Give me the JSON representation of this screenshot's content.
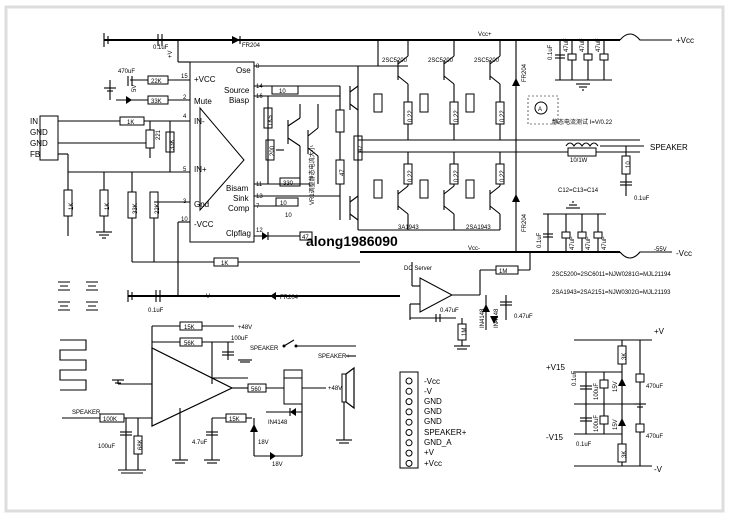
{
  "watermark": "along1986090",
  "rails": {
    "vcc_plus": "+Vcc",
    "vcc_small": "Vcc+",
    "vcc_minus": "-Vcc",
    "vcc_minus_small": "Vcc-",
    "minus55": "-55V",
    "minus_v": "-V",
    "plus48": "+48V",
    "plus_v_reg": "+V",
    "minus_v_reg": "-V",
    "plus_v15": "+V15",
    "minus_v15": "-V15"
  },
  "ic": {
    "pins": {
      "vcc_plus": "+VCC",
      "mute": "Mute",
      "in_minus": "IN-",
      "in_plus": "IN+",
      "gnd": "Gnd",
      "vcc_minus": "-VCC",
      "ose": "Ose",
      "source": "Source",
      "biasp": "Biasp",
      "bisam": "Bisam",
      "sink": "Sink",
      "comp": "Comp",
      "clpflag": "Clpflag"
    },
    "num": {
      "p15": "15",
      "p2": "2",
      "p4": "4",
      "p5": "5",
      "p3": "3",
      "p10": "10",
      "p8": "8",
      "p14": "14",
      "p16": "16",
      "p11": "11",
      "p13": "13",
      "p7": "7",
      "p12": "12"
    }
  },
  "connector": {
    "in": "IN",
    "gnd1": "GND",
    "gnd2": "GND",
    "fb": "FB"
  },
  "parts": {
    "c_top": "0.1uF",
    "plus_v": "+V",
    "fr204": "FR204",
    "c01": "0.1uF",
    "c47": "47uF",
    "c470uf": "470uF",
    "r22k": "22K",
    "r33k": "33K",
    "d5v": "5V",
    "r1k": "1K",
    "c221": "221",
    "r10": "10",
    "r10b": "10",
    "r1k5": "1K5",
    "r200": "200",
    "r330": "330",
    "r47": "47",
    "q_npn": "2SC5200",
    "q_pnp": "2SA1943",
    "q_pnp_short": "3A1943",
    "r022": "0.22",
    "r10_1w": "10/1W",
    "r1m": "1M",
    "in4148": "IN4148",
    "c047": "0.47uF",
    "c100uf": "100uF",
    "r100k": "100K",
    "r68k": "68K",
    "r15k": "15K",
    "r56k": "56K",
    "r560": "560",
    "z18v": "18V",
    "c47uf": "4.7uF",
    "r3k": "3K",
    "z15v": "15V"
  },
  "notes": {
    "vr1": "VR1调整静态电流大小",
    "meter": "A",
    "quiescent": "静态电流测试 I=V/0.22",
    "c12": "C12=C13=C14",
    "equiv_npn": "2SC5200=2SC6011=NJW0281G=MJL21194",
    "equiv_pnp": "2SA1943=2SA2151=NJW0302G=MJL21193"
  },
  "outputs": {
    "speaker": "SPEAKER",
    "speaker_in": "SPEAKER",
    "speaker_switch": "SPEAKER",
    "speaker_plus": "SPEAKER+"
  },
  "dc_server": {
    "title": "DC Server"
  },
  "connector2": {
    "pins": [
      "-Vcc",
      "-V",
      "GND",
      "GND",
      "GND",
      "SPEAKER+",
      "GND_A",
      "+V",
      "+Vcc"
    ]
  }
}
